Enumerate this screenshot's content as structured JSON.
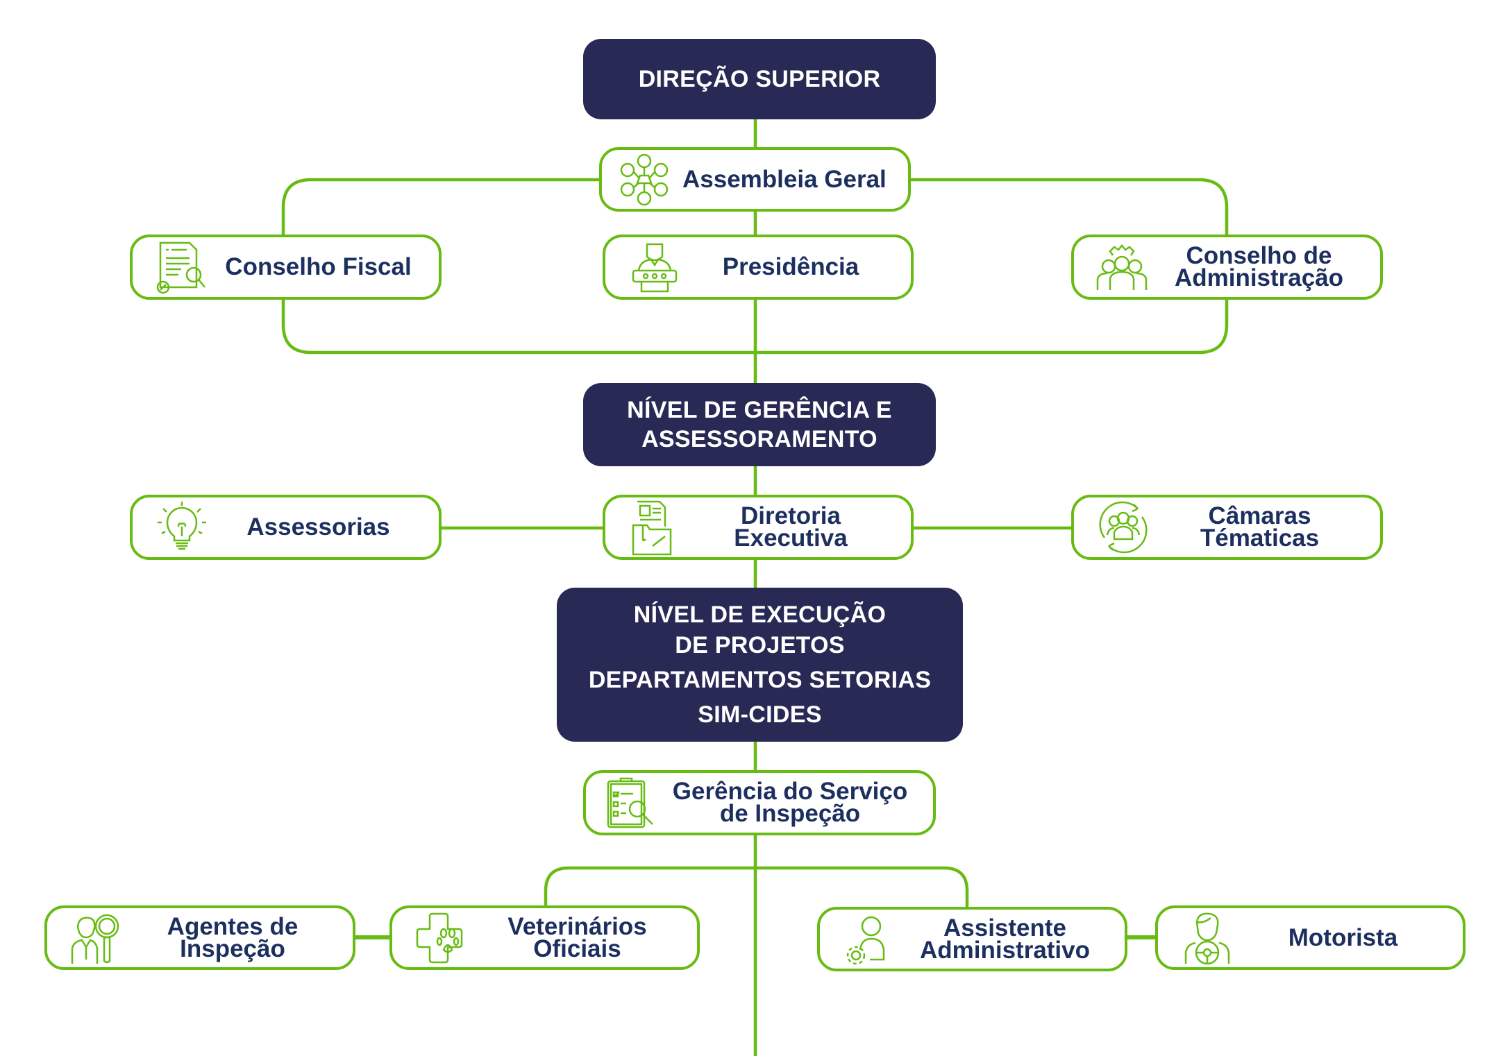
{
  "diagram": {
    "type": "org-chart",
    "colors": {
      "level_bg": "#282a55",
      "level_text": "#ffffff",
      "node_border": "#68bb13",
      "node_text": "#1c2f5f",
      "connector": "#68bb13"
    },
    "levels": [
      {
        "id": "direcao",
        "lines": [
          "DIREÇÃO SUPERIOR"
        ]
      },
      {
        "id": "gerencia",
        "lines": [
          "NÍVEL DE GERÊNCIA E",
          "ASSESSORAMENTO"
        ]
      },
      {
        "id": "execucao",
        "lines": [
          "NÍVEL DE EXECUÇÃO",
          "DE PROJETOS",
          "DEPARTAMENTOS SETORIAS",
          "SIM-CIDES"
        ]
      }
    ],
    "nodes": {
      "assembleia": {
        "lines": [
          "Assembleia Geral"
        ],
        "icon": "network-people-icon"
      },
      "conselho_fiscal": {
        "lines": [
          "Conselho Fiscal"
        ],
        "icon": "financial-audit-icon"
      },
      "presidencia": {
        "lines": [
          "Presidência"
        ],
        "icon": "speaker-podium-icon"
      },
      "conselho_admin": {
        "lines": [
          "Conselho de",
          "Administração"
        ],
        "icon": "team-gear-icon"
      },
      "assessorias": {
        "lines": [
          "Assessorias"
        ],
        "icon": "lightbulb-icon"
      },
      "diretoria": {
        "lines": [
          "Diretoria",
          "Executiva"
        ],
        "icon": "document-folder-icon"
      },
      "camaras": {
        "lines": [
          "Câmaras",
          "Tématicas"
        ],
        "icon": "group-cycle-icon"
      },
      "gerencia_servico": {
        "lines": [
          "Gerência do Serviço",
          "de Inspeção"
        ],
        "icon": "clipboard-inspection-icon"
      },
      "agentes": {
        "lines": [
          "Agentes de",
          "Inspeção"
        ],
        "icon": "inspector-magnifier-icon"
      },
      "veterinarios": {
        "lines": [
          "Veterinários",
          "Oficiais"
        ],
        "icon": "vet-cross-paw-icon"
      },
      "assistente": {
        "lines": [
          "Assistente",
          "Administrativo"
        ],
        "icon": "user-gear-icon"
      },
      "motorista": {
        "lines": [
          "Motorista"
        ],
        "icon": "driver-wheel-icon"
      }
    }
  }
}
